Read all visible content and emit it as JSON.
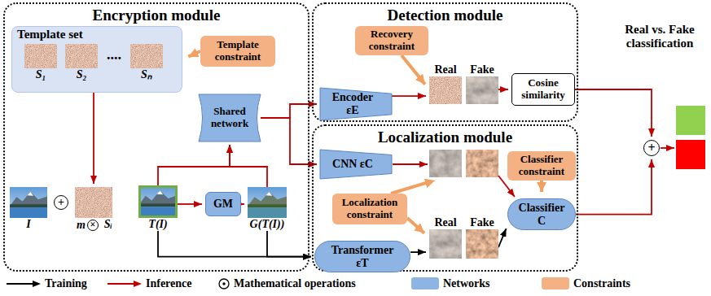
{
  "diagram": {
    "nodes": [
      {
        "text": [
          "Encryption module"
        ]
      },
      {
        "text": [
          "Template set"
        ],
        "in": 0
      },
      {
        "text": [
          "S₁"
        ],
        "in": 1
      },
      {
        "text": [
          "S₂"
        ],
        "in": 1
      },
      {
        "text": [
          "Sₙ"
        ],
        "in": 1
      },
      {
        "text": [
          "Template constraint"
        ],
        "in": 0
      },
      {
        "text": [
          "Shared network"
        ],
        "in": 0
      },
      {
        "text": [
          "I"
        ],
        "in": 0
      },
      {
        "text": [
          "+"
        ],
        "in": 0
      },
      {
        "text": [
          "Sᵢ"
        ],
        "in": 0
      },
      {
        "text": [
          "T(I)"
        ],
        "in": 0
      },
      {
        "text": [
          "GM"
        ],
        "in": 0
      },
      {
        "text": [
          "G(T(I))"
        ],
        "in": 0
      },
      {
        "text": [
          "Detection module"
        ]
      },
      {
        "text": [
          "Recovery constraint"
        ],
        "in": 13
      },
      {
        "text": [
          "Encoder εE"
        ],
        "in": 13
      },
      {
        "text": [
          "Real"
        ],
        "in": 13
      },
      {
        "text": [
          "Fake"
        ],
        "in": 13
      },
      {
        "text": [
          "Cosine similarity"
        ],
        "in": 13
      },
      {
        "text": [
          "Localization module"
        ]
      },
      {
        "text": [
          "CNN εC"
        ],
        "in": 19
      },
      {
        "text": [
          "Classifier constraint"
        ],
        "in": 19
      },
      {
        "text": [
          "Localization constraint"
        ],
        "in": 19
      },
      {
        "text": [
          "Real"
        ],
        "in": 19
      },
      {
        "text": [
          "Fake"
        ],
        "in": 19
      },
      {
        "text": [
          "Classifier C"
        ],
        "in": 19
      },
      {
        "text": [
          "Transformer εT"
        ],
        "in": 19
      },
      {
        "text": [
          "+"
        ]
      }
    ],
    "edges": [
      {
        "from": 1,
        "to": 9,
        "arrow": "to"
      },
      {
        "from": 5,
        "to": 1,
        "arrow": "to"
      },
      {
        "from": 10,
        "to": 11,
        "arrow": "to"
      },
      {
        "from": 11,
        "to": 12,
        "arrow": "to"
      },
      {
        "from": 10,
        "to": 6,
        "arrow": "to"
      },
      {
        "from": 12,
        "to": 6,
        "arrow": "to"
      },
      {
        "from": 6,
        "to": 15,
        "arrow": "to"
      },
      {
        "from": 6,
        "to": 20,
        "arrow": "to"
      },
      {
        "from": 14,
        "to": 16,
        "arrow": "to"
      },
      {
        "from": 15,
        "to": 16,
        "arrow": "to"
      },
      {
        "from": 17,
        "to": 18,
        "arrow": "to"
      },
      {
        "from": 18,
        "to": 27,
        "arrow": "to"
      },
      {
        "from": 10,
        "to": 26,
        "arrow": "to"
      },
      {
        "from": 12,
        "to": 26,
        "arrow": "to"
      },
      {
        "from": 22,
        "to": 23,
        "arrow": "to"
      },
      {
        "from": 26,
        "to": 23,
        "arrow": "to"
      },
      {
        "from": 24,
        "to": 25,
        "arrow": "to"
      },
      {
        "from": 21,
        "to": 25,
        "arrow": "to"
      },
      {
        "from": 25,
        "to": 27,
        "arrow": "to"
      }
    ],
    "labels": [
      "....",
      "m",
      "×",
      "Real vs. Fake classification"
    ],
    "legend": [
      {
        "text": "Training"
      },
      {
        "text": "Inference"
      },
      {
        "text": "Mathematical operations"
      },
      {
        "text": "Networks",
        "color": "#8EB4E3"
      },
      {
        "text": "Constraints",
        "color": "#F4B183"
      }
    ]
  }
}
